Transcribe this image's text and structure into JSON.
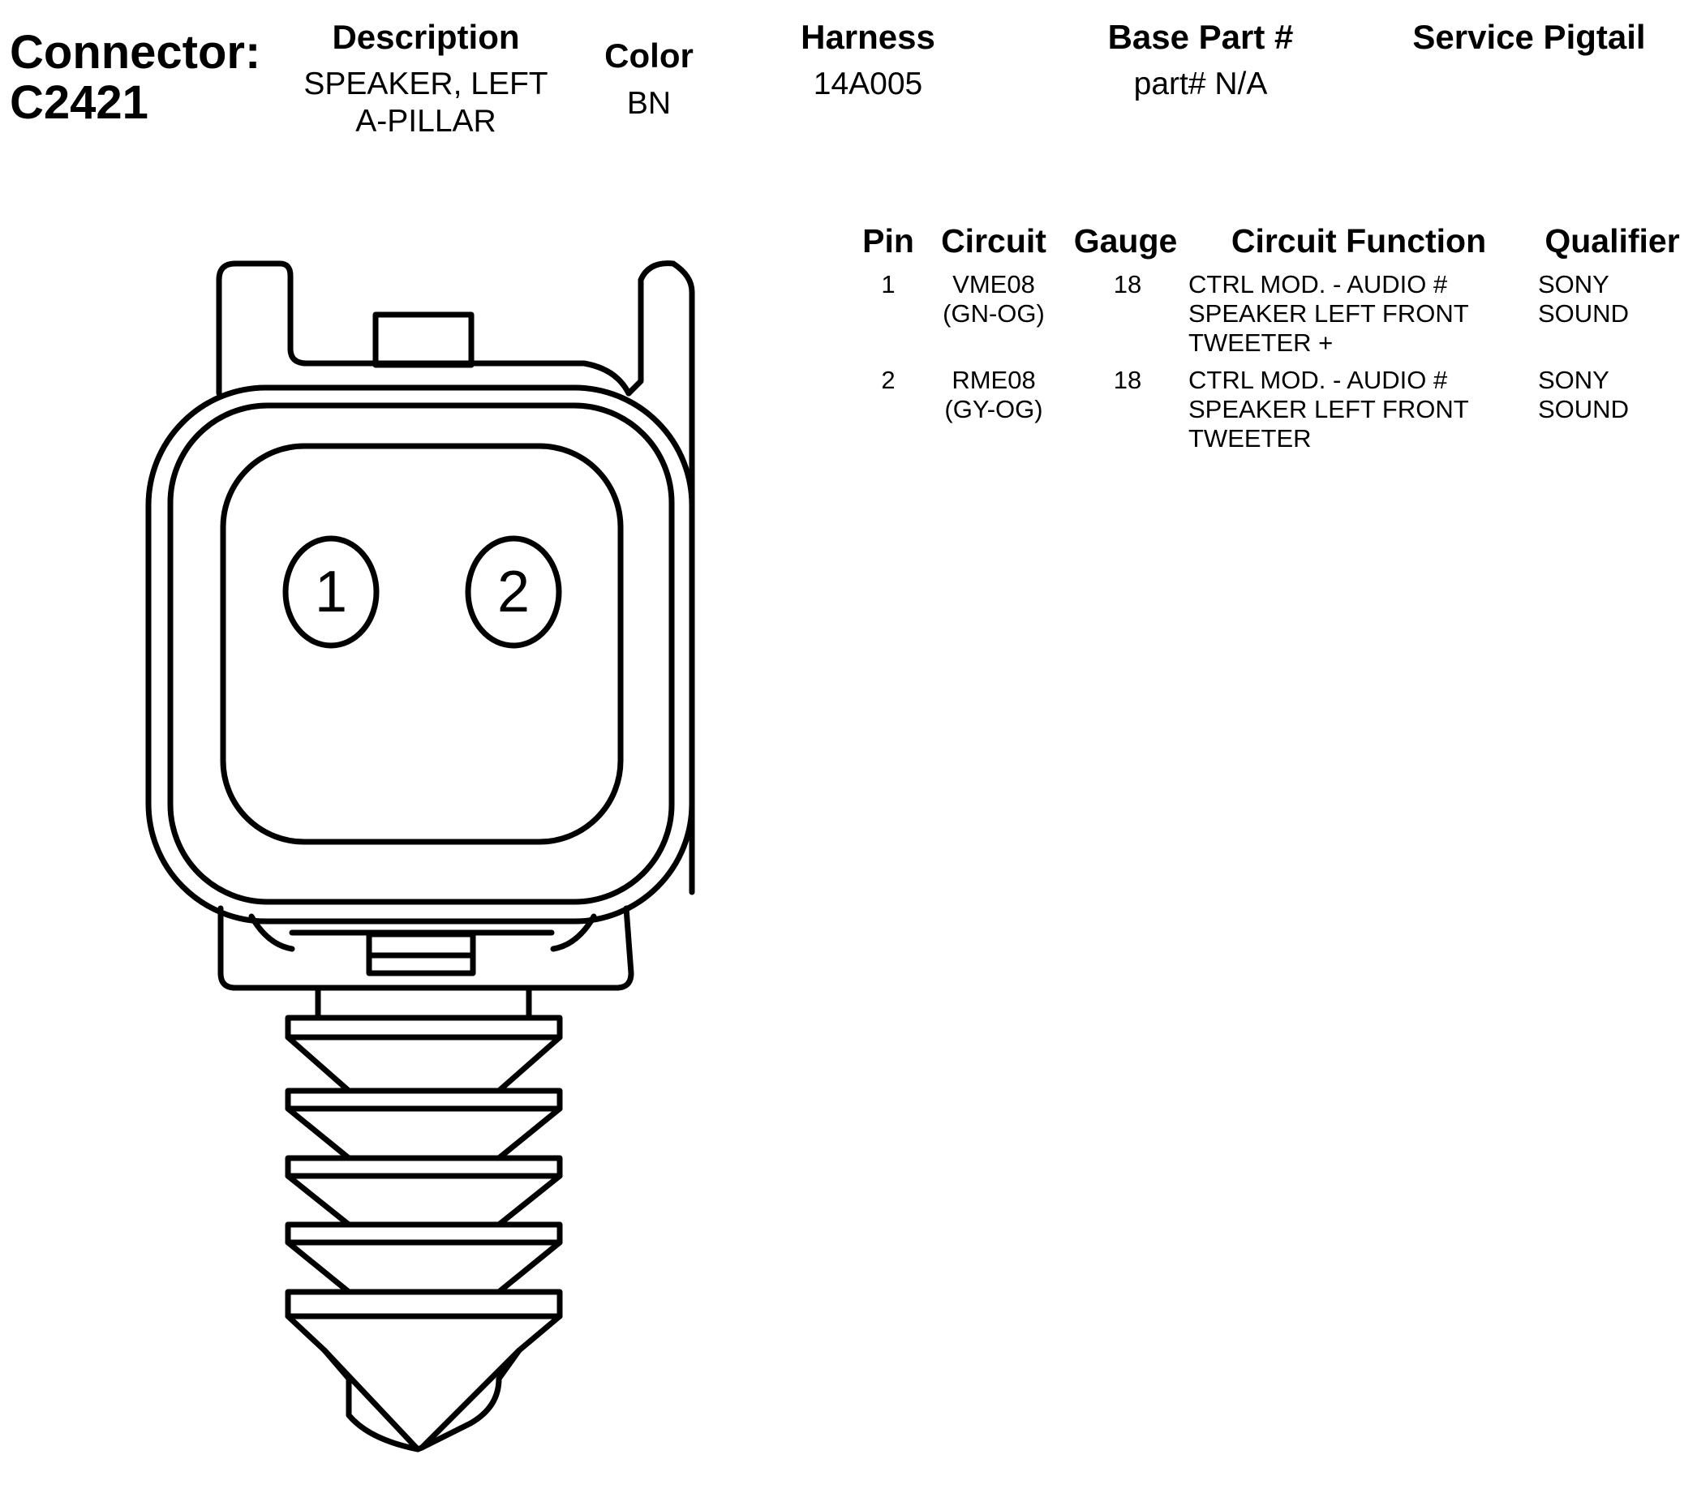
{
  "connector": {
    "label": "Connector:",
    "id": "C2421"
  },
  "description": {
    "header": "Description",
    "line1": "SPEAKER, LEFT",
    "line2": "A-PILLAR"
  },
  "color": {
    "header": "Color",
    "value": "BN"
  },
  "harness": {
    "header": "Harness",
    "value": "14A005"
  },
  "base_part": {
    "header": "Base Part #",
    "value": "part# N/A"
  },
  "service_pigtail": {
    "header": "Service Pigtail",
    "value": ""
  },
  "pin_table": {
    "headers": {
      "pin": "Pin",
      "circuit": "Circuit",
      "gauge": "Gauge",
      "function": "Circuit Function",
      "qualifier": "Qualifier"
    },
    "rows": [
      {
        "pin": "1",
        "circuit": "VME08",
        "wire_color": "(GN-OG)",
        "gauge": "18",
        "function": [
          "CTRL MOD. - AUDIO #",
          "SPEAKER LEFT FRONT",
          "TWEETER +"
        ],
        "qualifier": [
          "SONY",
          "SOUND"
        ]
      },
      {
        "pin": "2",
        "circuit": "RME08",
        "wire_color": "(GY-OG)",
        "gauge": "18",
        "function": [
          "CTRL MOD. - AUDIO #",
          "SPEAKER LEFT FRONT",
          "TWEETER"
        ],
        "qualifier": [
          "SONY",
          "SOUND"
        ]
      }
    ]
  },
  "connector_face": {
    "pin_labels": [
      "1",
      "2"
    ]
  }
}
